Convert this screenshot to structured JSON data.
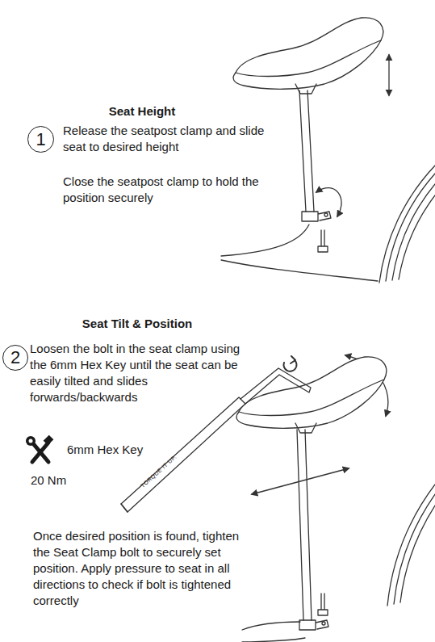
{
  "diagram": {
    "nodes": [
      {
        "text": [
          "1"
        ]
      },
      {
        "text": [
          "2"
        ]
      }
    ],
    "labels": [
      "Seat Height",
      "Release the seatpost clamp and slide seat to desired height",
      "Close the seatpost clamp to hold the position securely",
      "Seat Tilt & Position",
      "Loosen the bolt in the seat clamp using the 6mm Hex Key until the seat can be easily tilted and slides forwards/backwards",
      "6mm Hex Key",
      "20 Nm",
      "Once desired position is found, tighten the Seat Clamp bolt to securely set position. Apply pressure to seat in all directions to check if bolt is tightened correctly",
      "TORQUE IT UP."
    ]
  }
}
